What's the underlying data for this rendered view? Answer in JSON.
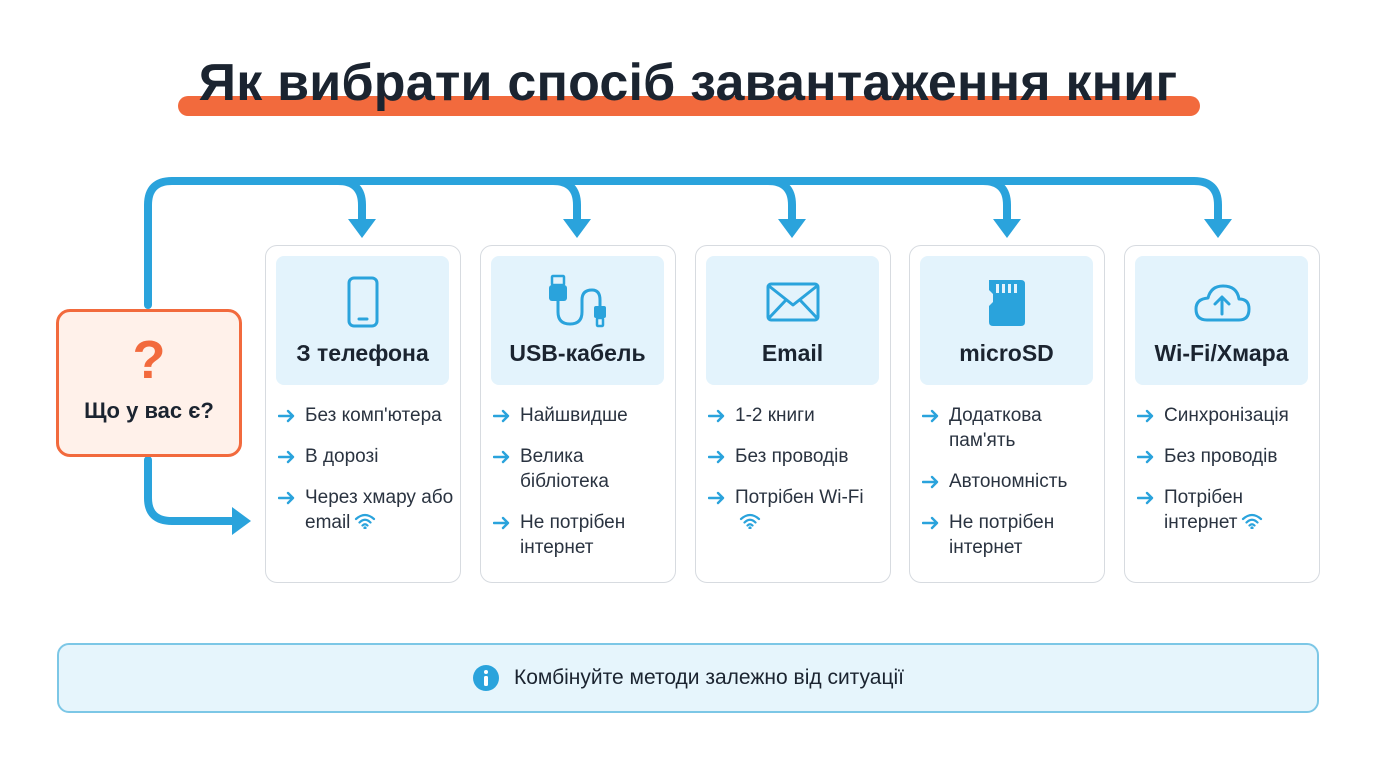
{
  "title": "Як вибрати спосіб завантаження книг",
  "question": {
    "mark": "?",
    "label": "Що у вас є?"
  },
  "colors": {
    "accent_orange": "#f26a3d",
    "connector_blue": "#2aa3dc",
    "card_head": "#e3f3fc"
  },
  "cards": [
    {
      "icon": "phone-icon",
      "title": "З телефона",
      "items": [
        "Без комп'ютера",
        "В дорозі",
        "Через хмару або email"
      ]
    },
    {
      "icon": "usb-cable-icon",
      "title": "USB-кабель",
      "items": [
        "Найшвидше",
        "Велика бібліотека",
        "Не потрібен інтернет"
      ]
    },
    {
      "icon": "envelope-icon",
      "title": "Email",
      "items": [
        "1-2 книги",
        "Без проводів",
        "Потрібен Wi-Fi"
      ]
    },
    {
      "icon": "sd-card-icon",
      "title": "microSD",
      "items": [
        "Додаткова пам'ять",
        "Автономність",
        "Не потрібен інтернет"
      ]
    },
    {
      "icon": "cloud-upload-icon",
      "title": "Wi-Fi/Хмара",
      "items": [
        "Синхронізація",
        "Без проводів",
        "Потрібен інтернет"
      ]
    }
  ],
  "footer": {
    "icon": "info-icon",
    "text": "Комбінуйте методи залежно від ситуації"
  }
}
